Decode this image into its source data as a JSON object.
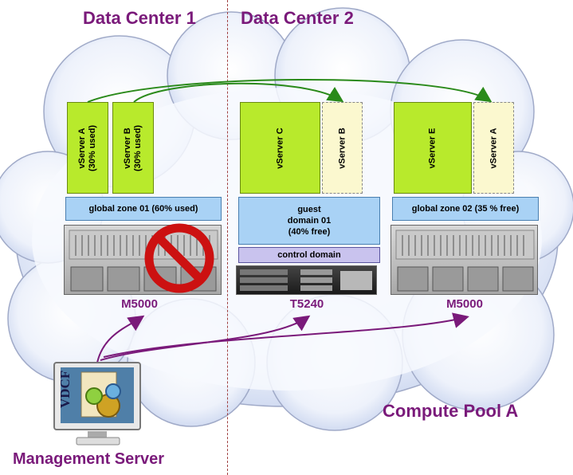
{
  "datacenters": {
    "dc1": "Data Center 1",
    "dc2": "Data Center 2"
  },
  "pool": "Compute Pool A",
  "mgmt": {
    "label": "Management Server",
    "screen_text": "VDCF"
  },
  "servers": {
    "left": {
      "model": "M5000",
      "zone": "global zone 01 (60% used)",
      "vservers": [
        "vServer A\n(30% used)",
        "vServer B\n(30% used)"
      ]
    },
    "middle": {
      "model": "T5240",
      "zone": "guest\ndomain 01\n(40% free)",
      "control": "control domain",
      "vservers": [
        "vServer C",
        "vServer B"
      ]
    },
    "right": {
      "model": "M5000",
      "zone": "global zone  02 (35 % free)",
      "vservers": [
        "vServer E",
        "vServer A"
      ]
    }
  },
  "colors": {
    "title": "#7a1a7a",
    "vserver": "#b8ea2c",
    "vserver_moved": "#fbf8cf",
    "zone": "#a9d2f5",
    "control": "#c9c3ee",
    "migrate_arrow": "#2a8a1a",
    "mgmt_arrow": "#7a1a7a",
    "prohibit": "#cc1111"
  }
}
